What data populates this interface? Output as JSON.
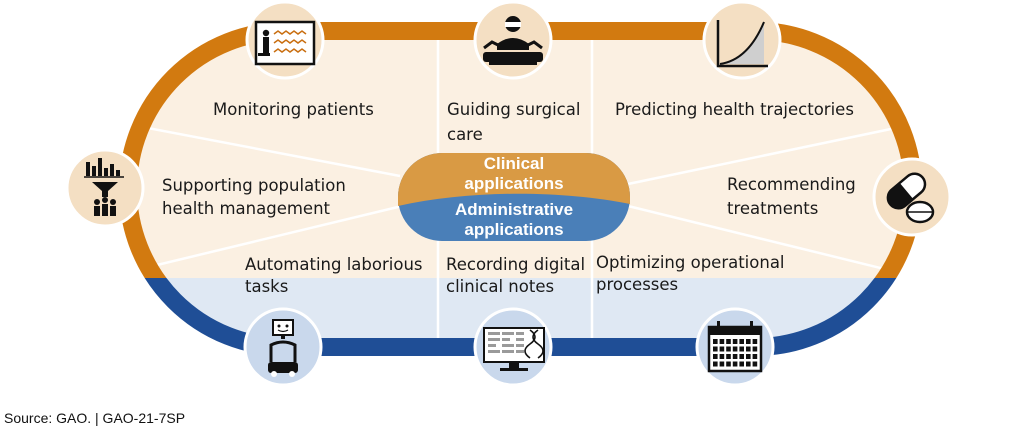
{
  "colors": {
    "clinical_ring": "#d27a10",
    "administrative_ring": "#1f4e96",
    "clinical_fill": "#fbf0e2",
    "administrative_fill": "#dfe8f3",
    "clinical_pill": "#d99a44",
    "administrative_pill": "#4a7fb8",
    "clinical_icon_bg": "#f4dfc3",
    "administrative_icon_bg": "#c9d8ec"
  },
  "center": {
    "clinical": [
      "Clinical",
      "applications"
    ],
    "administrative": [
      "Administrative",
      "applications"
    ]
  },
  "clinical_applications": [
    {
      "id": "monitoring",
      "lines": [
        "Monitoring patients"
      ],
      "icon": "monitor-chart-icon"
    },
    {
      "id": "surgical",
      "lines": [
        "Guiding surgical",
        "care"
      ],
      "icon": "surgeon-icon"
    },
    {
      "id": "trajectories",
      "lines": [
        "Predicting health trajectories"
      ],
      "icon": "growth-curve-icon"
    },
    {
      "id": "population",
      "lines": [
        "Supporting population",
        "health management"
      ],
      "icon": "population-funnel-icon"
    },
    {
      "id": "treatments",
      "lines": [
        "Recommending",
        "treatments"
      ],
      "icon": "pills-icon"
    }
  ],
  "administrative_applications": [
    {
      "id": "automating",
      "lines": [
        "Automating laborious",
        "tasks"
      ],
      "icon": "robot-icon"
    },
    {
      "id": "notes",
      "lines": [
        "Recording digital",
        "clinical notes"
      ],
      "icon": "computer-dna-icon"
    },
    {
      "id": "operational",
      "lines": [
        "Optimizing operational",
        "processes"
      ],
      "icon": "calendar-icon"
    }
  ],
  "source": "Source: GAO.  |  GAO-21-7SP"
}
